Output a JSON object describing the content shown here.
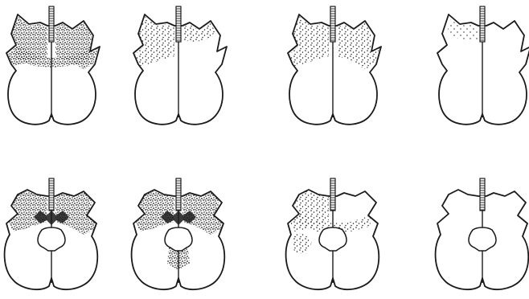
{
  "figure": {
    "rows": [
      {
        "variant": "dorsal",
        "panels": [
          {
            "stippled_regions": [
              "left-lobes",
              "right-lobes",
              "upper-band"
            ],
            "density": "heavy"
          },
          {
            "stippled_regions": [
              "left-lobes",
              "right-top"
            ],
            "density": "medium"
          },
          {
            "stippled_regions": [
              "left-lobes",
              "right-lobes"
            ],
            "density": "medium"
          },
          {
            "stippled_regions": [
              "left-top"
            ],
            "density": "light"
          }
        ]
      },
      {
        "variant": "ventral",
        "panels": [
          {
            "stippled_regions": [
              "left-lobes",
              "right-lobes",
              "center-dark"
            ],
            "density": "heavy"
          },
          {
            "stippled_regions": [
              "left-lobes",
              "right-lobes",
              "center-dark",
              "lower-center"
            ],
            "density": "heavy"
          },
          {
            "stippled_regions": [
              "left-lobes",
              "upper-band",
              "lower-left"
            ],
            "density": "medium"
          },
          {
            "stippled_regions": [],
            "density": "none"
          }
        ]
      }
    ],
    "colors": {
      "ink": "#1a1a1a",
      "paper": "#ffffff"
    }
  }
}
